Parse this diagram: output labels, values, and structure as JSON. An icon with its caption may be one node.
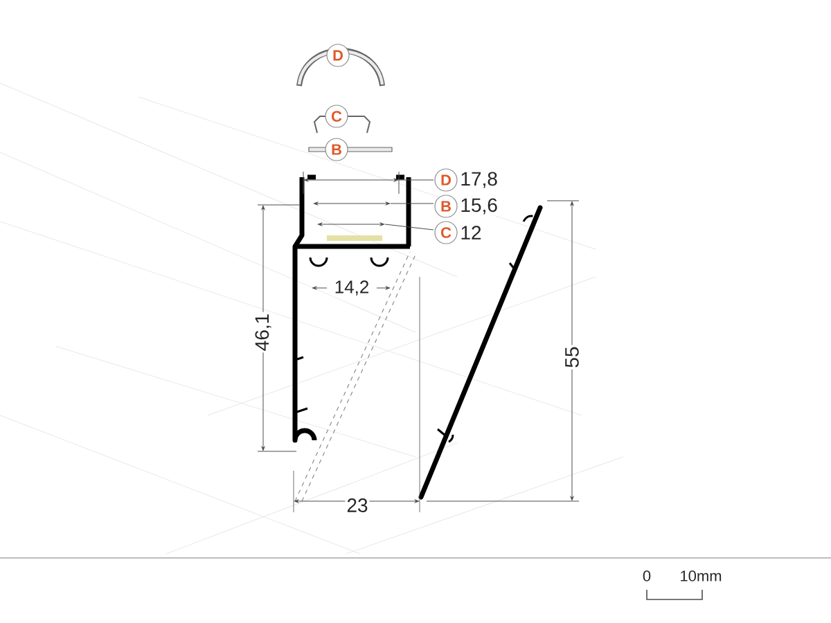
{
  "diagram": {
    "nodes": [
      {
        "text": [
          "D"
        ]
      },
      {
        "text": [
          "C"
        ]
      },
      {
        "text": [
          "B"
        ]
      },
      {
        "text": [
          "D"
        ]
      },
      {
        "text": [
          "B"
        ]
      },
      {
        "text": [
          "C"
        ]
      }
    ],
    "labels": [
      "17,8",
      "15,6",
      "12",
      "14,2",
      "46,1",
      "55",
      "23",
      "0",
      "10mm"
    ]
  }
}
